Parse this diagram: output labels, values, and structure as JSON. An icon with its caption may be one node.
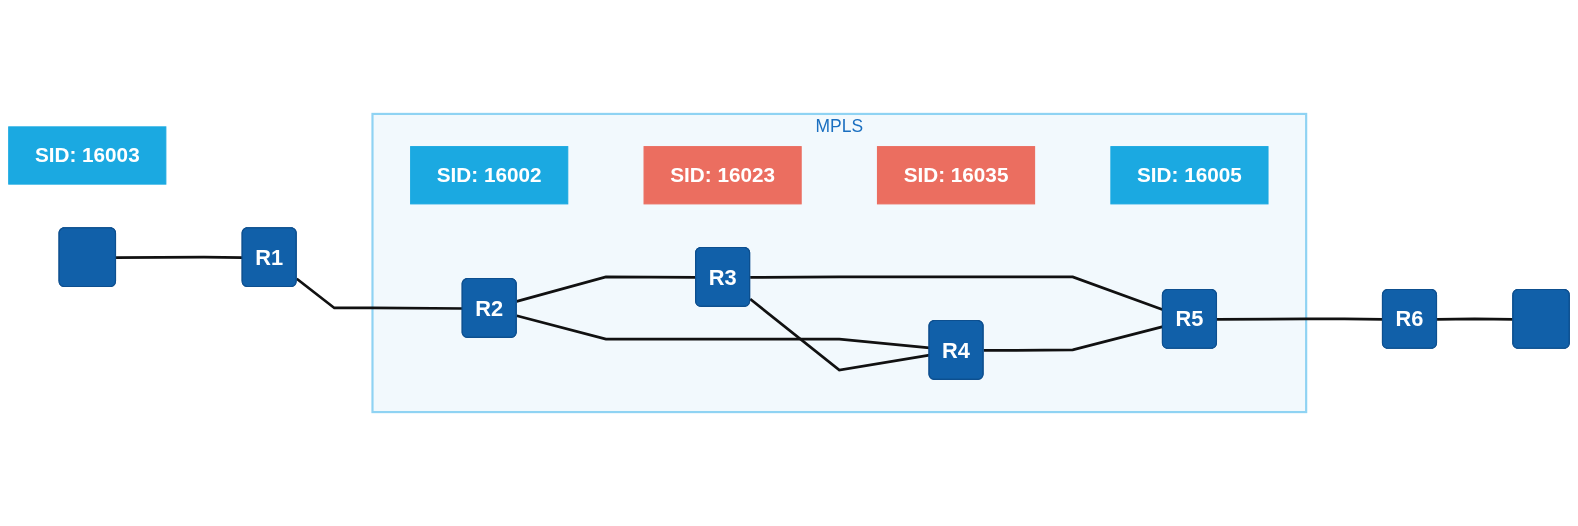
{
  "diagram": {
    "nodes": [
      {
        "text": [
          "MPLS"
        ]
      },
      {
        "text": [
          "SID: 16003"
        ]
      },
      {
        "text": [
          "R3"
        ],
        "in": 0
      },
      {
        "text": [
          "SID: 16002"
        ],
        "in": 0
      },
      {
        "text": [
          "SID: 16023"
        ],
        "in": 0
      },
      {
        "text": [
          "SID: 16035"
        ],
        "in": 0
      },
      {
        "text": [
          "SID: 16005"
        ],
        "in": 0
      },
      {
        "text": [],
        "shape": "box"
      },
      {
        "text": [
          "R1"
        ]
      },
      {
        "text": [
          "R2"
        ],
        "in": 0
      },
      {
        "text": [
          "R5"
        ],
        "in": 0
      },
      {
        "text": [
          "R6"
        ]
      },
      {
        "text": [],
        "shape": "box"
      },
      {
        "text": [
          "R4"
        ],
        "in": 0
      }
    ],
    "edges": [
      {
        "from": 7,
        "to": 8,
        "arrow": "none"
      },
      {
        "from": 8,
        "to": 9,
        "arrow": "none"
      },
      {
        "from": 9,
        "to": 2,
        "arrow": "none"
      },
      {
        "from": 9,
        "to": 13,
        "arrow": "none"
      },
      {
        "from": 2,
        "to": 13,
        "arrow": "none"
      },
      {
        "from": 2,
        "to": 10,
        "arrow": "none"
      },
      {
        "from": 13,
        "to": 10,
        "arrow": "none"
      },
      {
        "from": 10,
        "to": 11,
        "arrow": "none"
      },
      {
        "from": 11,
        "to": 12,
        "arrow": "none"
      }
    ]
  }
}
